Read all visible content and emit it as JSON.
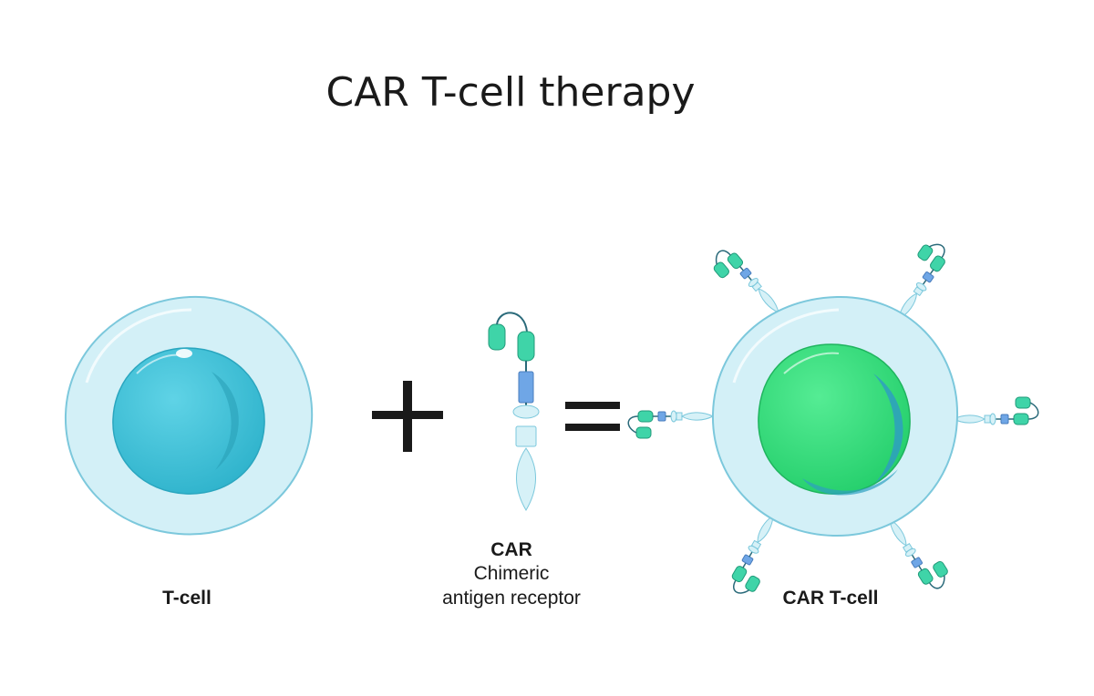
{
  "title": "CAR T-cell therapy",
  "symbols": {
    "plus": "+",
    "equals": "="
  },
  "items": {
    "tcell": {
      "label": "T-cell"
    },
    "car": {
      "label": "CAR",
      "description_line1": "Chimeric",
      "description_line2": "antigen receptor"
    },
    "car_tcell": {
      "label": "CAR T-cell"
    }
  },
  "colors": {
    "cytoplasm": "#d3f0f7",
    "membrane": "#7cc8dc",
    "tcell_nucleus": "#46c6dc",
    "car_tcell_nucleus": "#3fe07f",
    "receptor_teal": "#3fd4a8",
    "receptor_blue": "#6fa6e6",
    "receptor_pale": "#d6f1f7",
    "text": "#1a1a1a"
  },
  "icons": [
    "t-cell-icon",
    "car-receptor-icon",
    "car-t-cell-icon",
    "plus-icon",
    "equals-icon"
  ]
}
